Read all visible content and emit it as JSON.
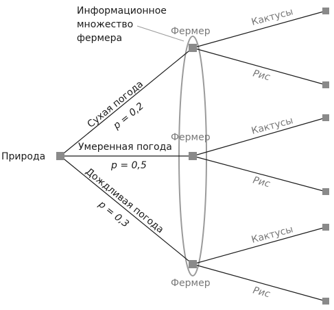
{
  "root": {
    "label": "Природа"
  },
  "info_set": {
    "label_lines": [
      "Информационное",
      "множество",
      "фермера"
    ]
  },
  "branches": [
    {
      "label": "Сухая погода",
      "prob": "p = 0,2"
    },
    {
      "label": "Умеренная погода",
      "prob": "p = 0,5"
    },
    {
      "label": "Дождливая погода",
      "prob": "p = 0,3"
    }
  ],
  "farmer_label": "Фермер",
  "actions": {
    "cactus": "Кактусы",
    "rice": "Рис"
  },
  "colors": {
    "node": "#8a8a8a",
    "ellipse": "#9a9a9a",
    "line": "#1a1a1a",
    "muted_text": "#777777"
  }
}
